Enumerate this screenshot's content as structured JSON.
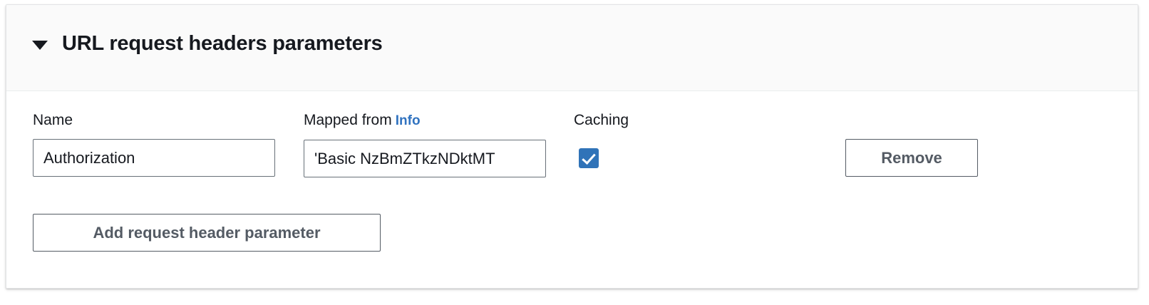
{
  "panel": {
    "caret_icon": "triangle-down-icon",
    "title": "URL request headers parameters",
    "expanded": true
  },
  "columns": {
    "name_label": "Name",
    "mapped_from_label": "Mapped from",
    "mapped_from_info_link": "Info",
    "caching_label": "Caching"
  },
  "rows": [
    {
      "name_value": "Authorization",
      "name_placeholder": "",
      "mapped_from_value": "'Basic NzBmZTkzNDktMT",
      "mapped_from_placeholder": "",
      "caching_checked": true,
      "remove_label": "Remove"
    }
  ],
  "actions": {
    "add_label": "Add request header parameter"
  },
  "colors": {
    "accent_blue": "#3073b8",
    "link_blue": "#3173c0",
    "button_border": "#545b64",
    "input_border": "#687078",
    "header_background": "#fafafa",
    "title_text": "#16191f"
  }
}
